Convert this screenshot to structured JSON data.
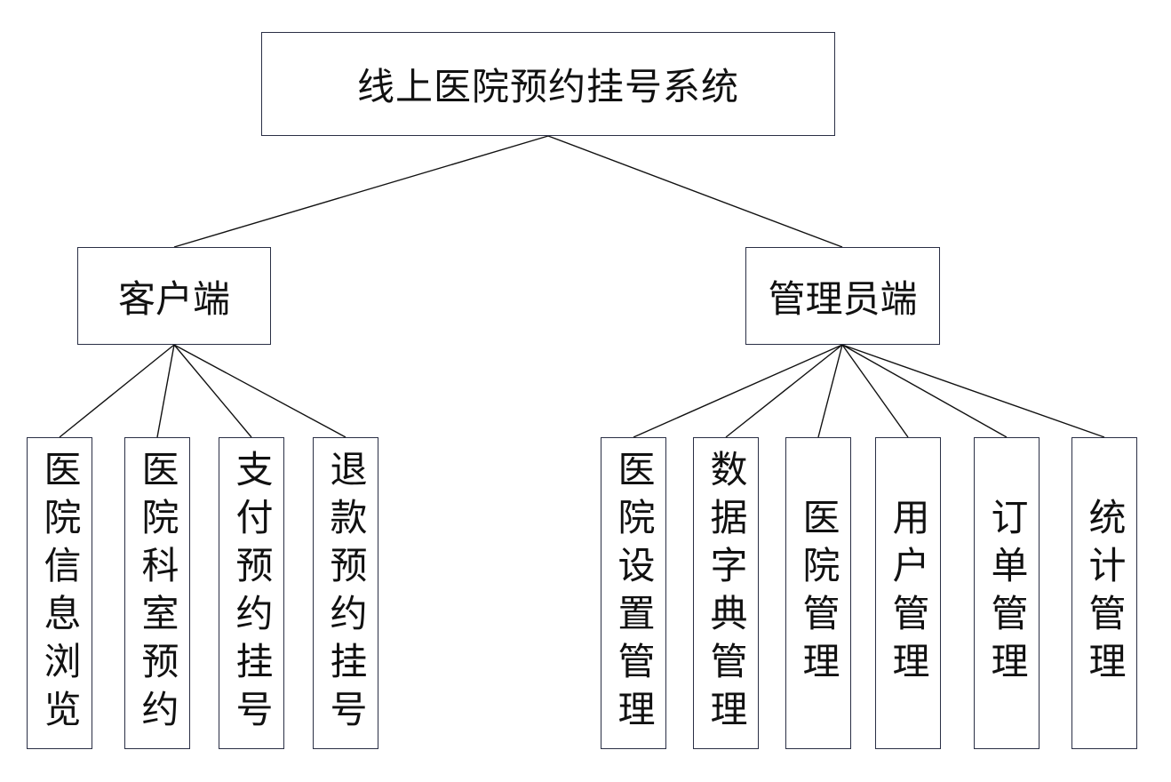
{
  "root": {
    "label": "线上医院预约挂号系统"
  },
  "branches": [
    {
      "label": "客户端",
      "children": [
        "医院信息浏览",
        "医院科室预约",
        "支付预约挂号",
        "退款预约挂号"
      ]
    },
    {
      "label": "管理员端",
      "children": [
        "医院设置管理",
        "数据字典管理",
        "医院管理",
        "用户管理",
        "订单管理",
        "统计管理"
      ]
    }
  ],
  "colors": {
    "line": "#111111",
    "border": "#2a2f45",
    "background": "#ffffff"
  }
}
